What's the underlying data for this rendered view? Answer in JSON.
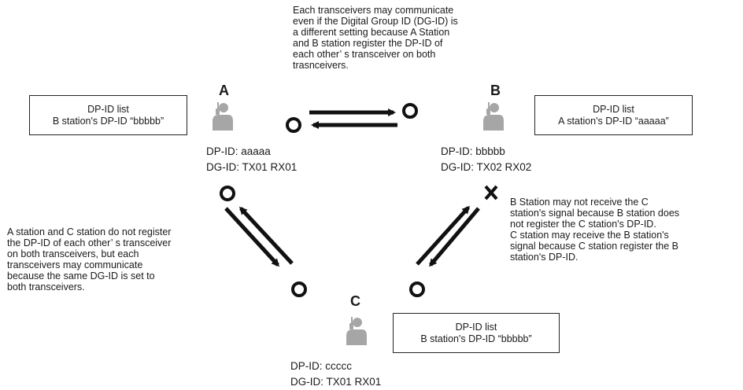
{
  "stations": {
    "a": {
      "label": "A",
      "dp_id": "DP-ID: aaaaa",
      "dg_id": "DG-ID: TX01 RX01"
    },
    "b": {
      "label": "B",
      "dp_id": "DP-ID: bbbbb",
      "dg_id": "DG-ID: TX02 RX02"
    },
    "c": {
      "label": "C",
      "dp_id": "DP-ID: ccccc",
      "dg_id": "DG-ID: TX01 RX01"
    }
  },
  "lists": {
    "a": {
      "title": "DP-ID list",
      "entry": "B station's DP-ID “bbbbb”"
    },
    "b": {
      "title": "DP-ID list",
      "entry": "A station's DP-ID “aaaaa”"
    },
    "c": {
      "title": "DP-ID list",
      "entry": "B station's DP-ID “bbbbb”"
    }
  },
  "notes": {
    "top": "Each transceivers may communicate\neven if the Digital Group ID (DG-ID) is\na different setting because A Station\nand B station register the DP-ID of\neach other’ s transceiver on both\ntrasnceivers.",
    "left": "A station and C station do not register\nthe DP-ID of each other’ s transceiver\non both transceivers, but each\ntransceivers may communicate\nbecause the same DG-ID is set to\nboth transceivers.",
    "right": "B Station may not receive the C\nstation's signal because B station does\nnot register the C station's DP-ID.\nC station may receive the B station's\nsignal because C station register the B\nstation's DP-ID."
  },
  "colors": {
    "person": "#a6a6a6",
    "ink": "#111111"
  },
  "icons": {
    "person": "person-with-radio-icon",
    "ok": "circle-mark-icon",
    "ng": "cross-mark-icon"
  }
}
